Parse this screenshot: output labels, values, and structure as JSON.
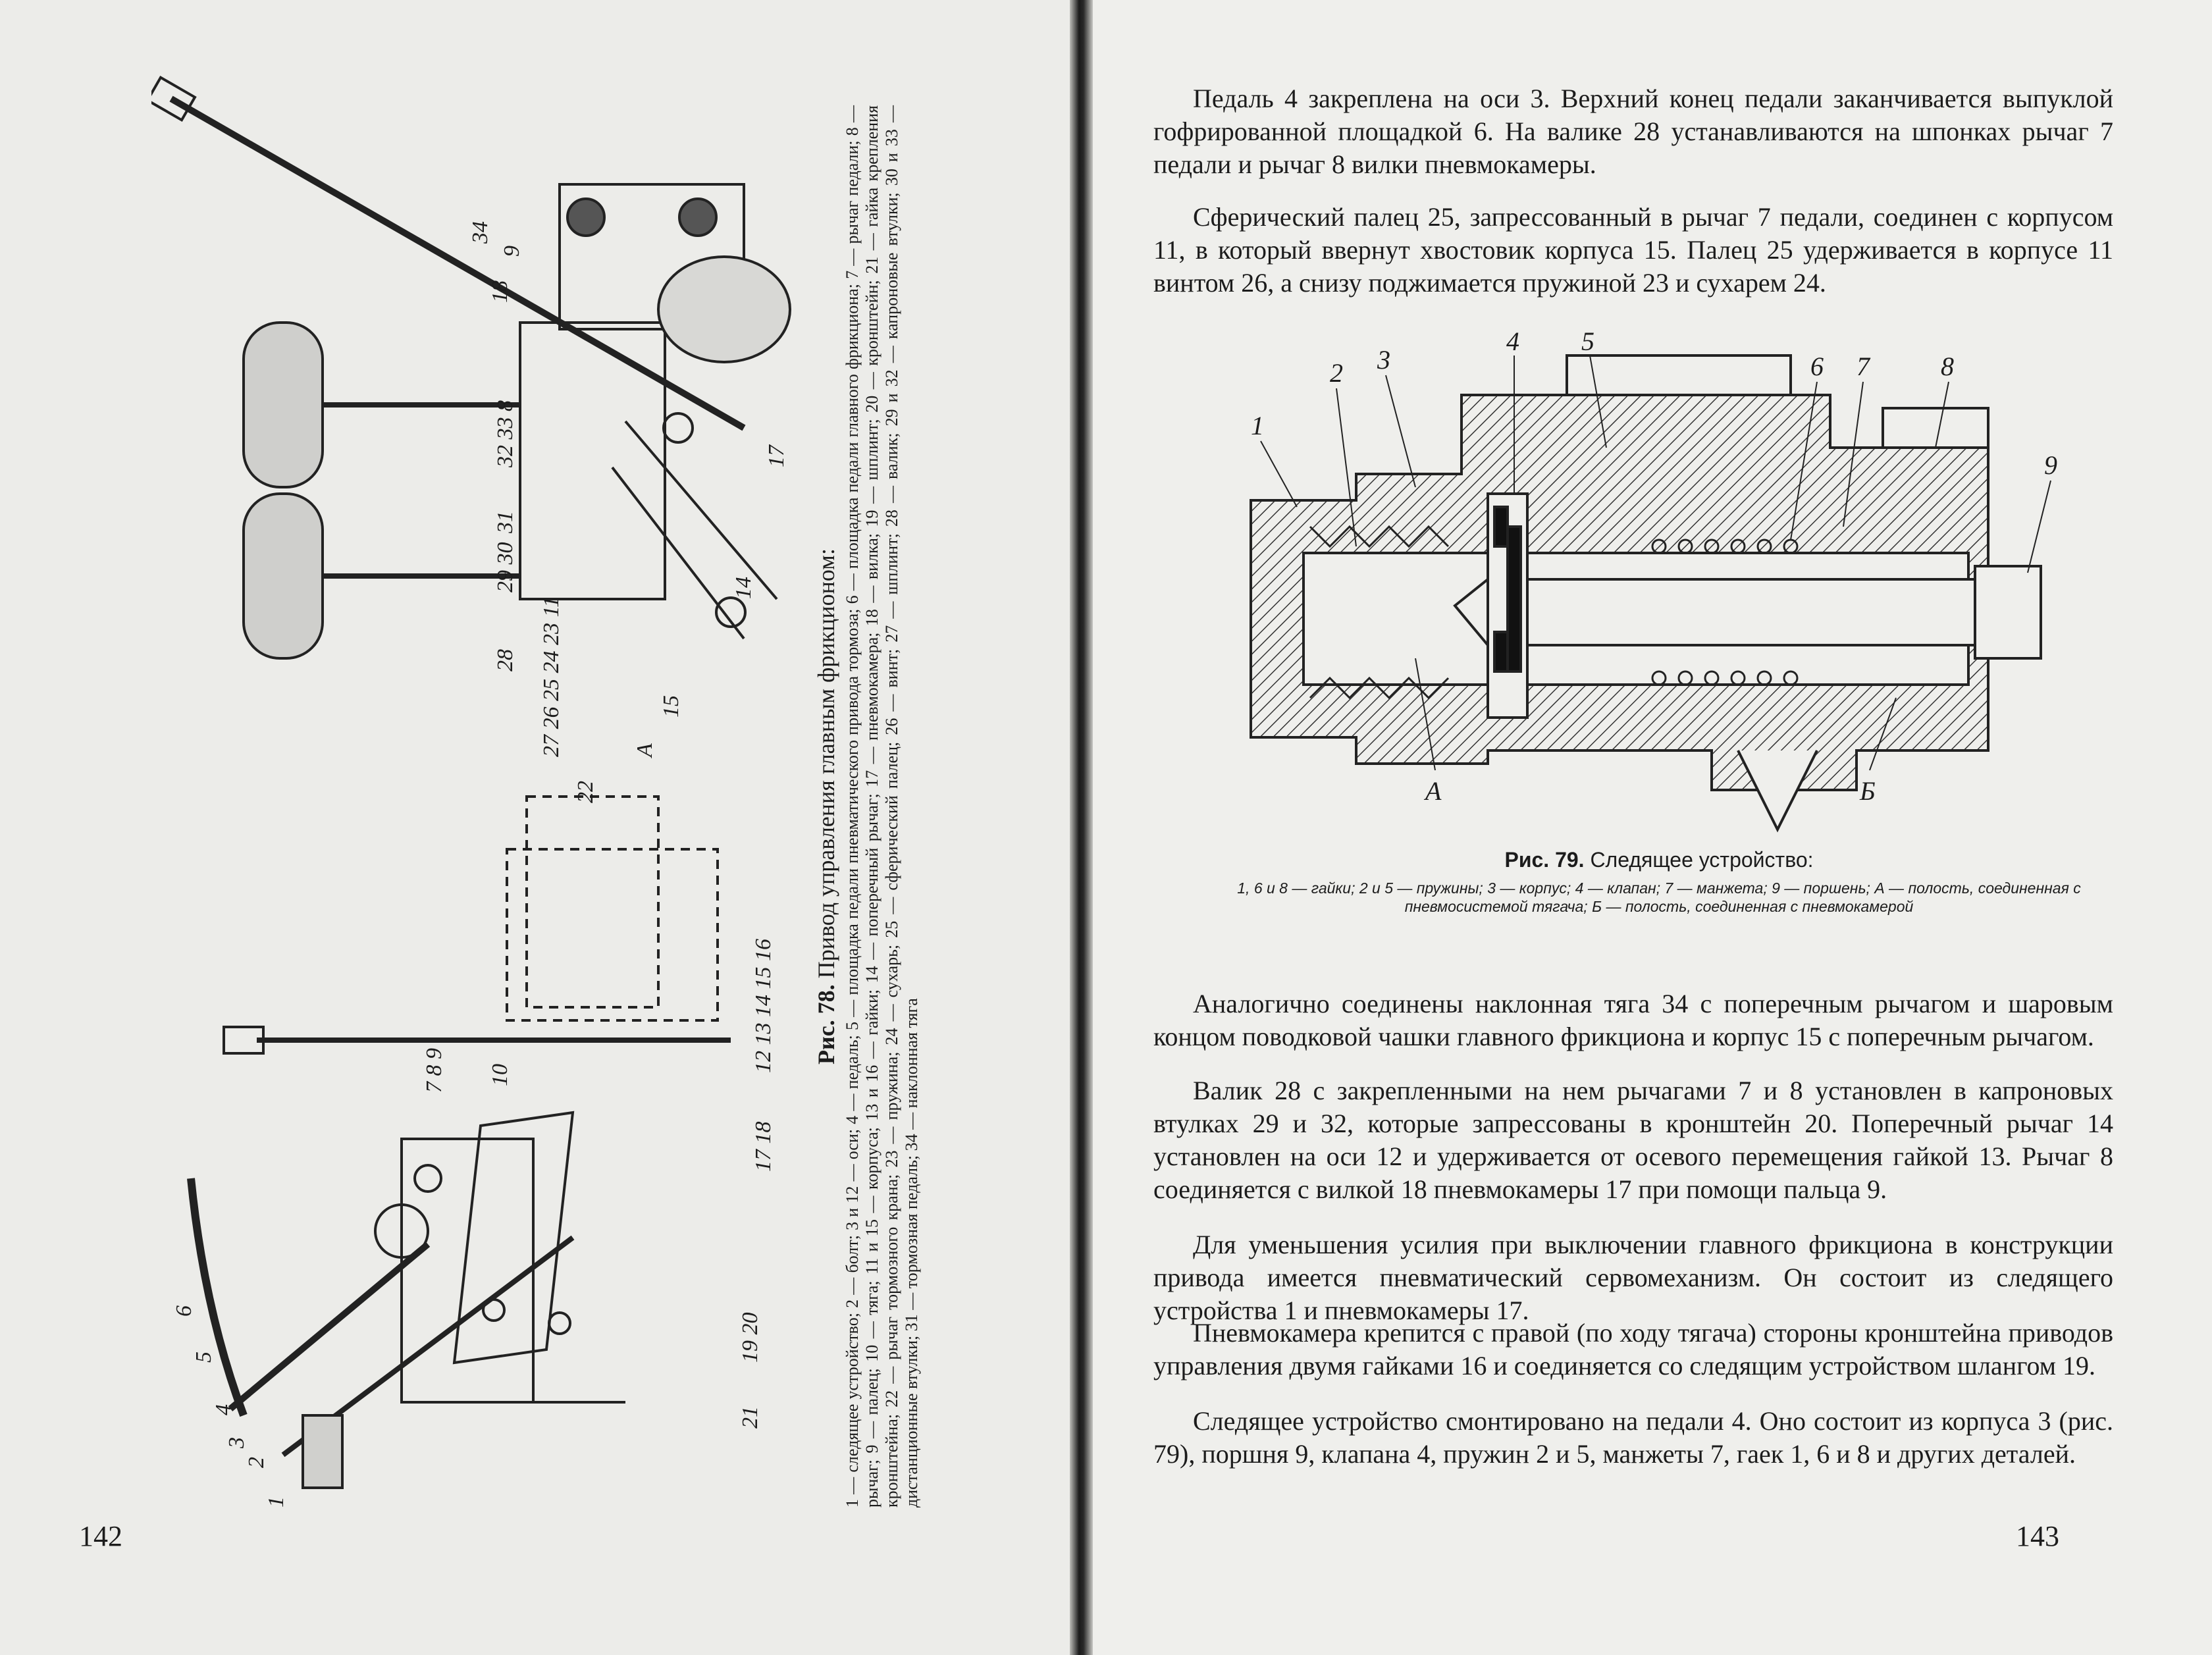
{
  "left_page": {
    "page_number": "142",
    "figure": {
      "title_prefix": "Рис. 78.",
      "title": "Привод управления главным фрикционом:",
      "legend": "1 — следящее устройство; 2 — болт; 3 и 12 — оси; 4 — педаль; 5 — площадка педали пневматического привода тормоза; 6 — площадка педали главного фрикциона; 7 — рычаг педали; 8 — рычаг; 9 — палец; 10 — тяга; 11 и 15 — корпуса; 13 и 16 — гайки; 14 — поперечный рычаг; 17 — пневмокамера; 18 — вилка; 19 — шплинт; 20 — кронштейн; 21 — гайка крепления кронштейна; 22 — рычаг тормозного крана; 23 — пружина; 24 — сухарь; 25 — сферический палец; 26 — винт; 27 — шплинт; 28 — валик; 29 и 32 — капроновые втулки; 30 и 33 — дистанционные втулки; 31 — тормозная педаль; 34 — наклонная тяга",
      "labels_top": [
        "34",
        "9",
        "18",
        "8",
        "33",
        "32",
        "31",
        "30",
        "29",
        "28",
        "27",
        "26",
        "25",
        "24",
        "23",
        "11",
        "15",
        "14",
        "17",
        "22",
        "A"
      ],
      "labels_bottom": [
        "7",
        "8",
        "9",
        "10",
        "12",
        "13",
        "14",
        "15",
        "16",
        "17",
        "18",
        "19",
        "20",
        "21",
        "6",
        "5",
        "4",
        "3",
        "2",
        "1"
      ]
    }
  },
  "right_page": {
    "page_number": "143",
    "paragraphs": [
      "Педаль 4 закреплена на оси 3. Верхний конец педали заканчивается выпуклой гофрированной площадкой 6. На валике 28 устанавливаются на шпонках рычаг 7 педали и рычаг 8 вилки пневмокамеры.",
      "Сферический палец 25, запрессованный в рычаг 7 педали, соединен с корпусом 11, в который ввернут хвостовик корпуса 15. Палец 25 удерживается в корпусе 11 винтом 26, а снизу поджимается пружиной 23 и сухарем 24.",
      "Аналогично соединены наклонная тяга 34 с поперечным рычагом и шаровым концом поводковой чашки главного фрикциона и корпус 15 с поперечным рычагом.",
      "Валик 28 с закрепленными на нем рычагами 7 и 8 установлен в капроновых втулках 29 и 32, которые запрессованы в кронштейн 20. Поперечный рычаг 14 установлен на оси 12 и удерживается от осевого перемещения гайкой 13. Рычаг 8 соединяется с вилкой 18 пневмокамеры 17 при помощи пальца 9.",
      "Для уменьшения усилия при выключении главного фрикциона в конструкции привода имеется пневматический сервомеханизм. Он состоит из следящего устройства 1 и пневмокамеры 17.",
      "Пневмокамера крепится с правой (по ходу тягача) стороны кронштейна приводов управления двумя гайками 16 и соединяется со следящим устройством шлангом 19.",
      "Следящее устройство смонтировано на педали 4. Оно состоит из корпуса 3 (рис. 79), поршня 9, клапана 4, пружин 2 и 5, манжеты 7, гаек 1, 6 и 8 и других деталей."
    ],
    "figure": {
      "title_prefix": "Рис. 79.",
      "title": "Следящее устройство:",
      "legend": "1, 6 и 8 — гайки; 2 и 5 — пружины; 3 — корпус; 4 — клапан; 7 — манжета; 9 — поршень; А — полость, соединенная с пневмосистемой тягача; Б — полость, соединенная с пневмокамерой",
      "labels": [
        "1",
        "2",
        "3",
        "4",
        "5",
        "6",
        "7",
        "8",
        "9",
        "А",
        "Б"
      ]
    }
  }
}
